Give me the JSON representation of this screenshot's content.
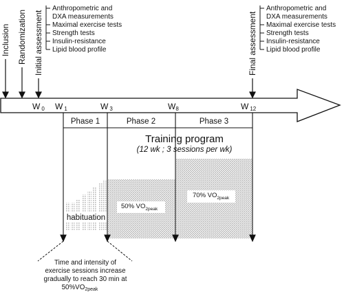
{
  "timeline": {
    "events": [
      {
        "label": "Inclusion"
      },
      {
        "label": "Randomization"
      },
      {
        "label": "Initial assessment"
      },
      {
        "label": "Final assessment"
      }
    ],
    "weeks": [
      {
        "main": "W",
        "sub": "0"
      },
      {
        "main": "W",
        "sub": "1"
      },
      {
        "main": "W",
        "sub": "3"
      },
      {
        "main": "W",
        "sub": "8"
      },
      {
        "main": "W",
        "sub": "12"
      }
    ]
  },
  "assessments": {
    "initial": [
      "Anthropometric and",
      "DXA measurements",
      "Maximal exercise tests",
      "Strength tests",
      "Insulin-resistance",
      "Lipid blood profile"
    ],
    "final": [
      "Anthropometric and",
      "DXA measurements",
      "Maximal exercise tests",
      "Strength tests",
      "Insulin-resistance",
      "Lipid blood profile"
    ]
  },
  "phases": [
    "Phase 1",
    "Phase 2",
    "Phase 3"
  ],
  "program": {
    "title": "Training program",
    "subtitle": "(12 wk ; 3 sessions per wk)"
  },
  "intensity": {
    "habituation": "habituation",
    "phase2": {
      "main": "50% VO",
      "sub": "2peak"
    },
    "phase3": {
      "main": "70% VO",
      "sub": "2peak"
    }
  },
  "note": {
    "line1": "Time and intensity of",
    "line2": "exercise sessions increase",
    "line3": "gradually to reach 30 min at",
    "line4_main": "50%VO",
    "line4_sub": "2peak"
  },
  "colors": {
    "ink": "#111111",
    "hatch": "#b8b8b8"
  }
}
